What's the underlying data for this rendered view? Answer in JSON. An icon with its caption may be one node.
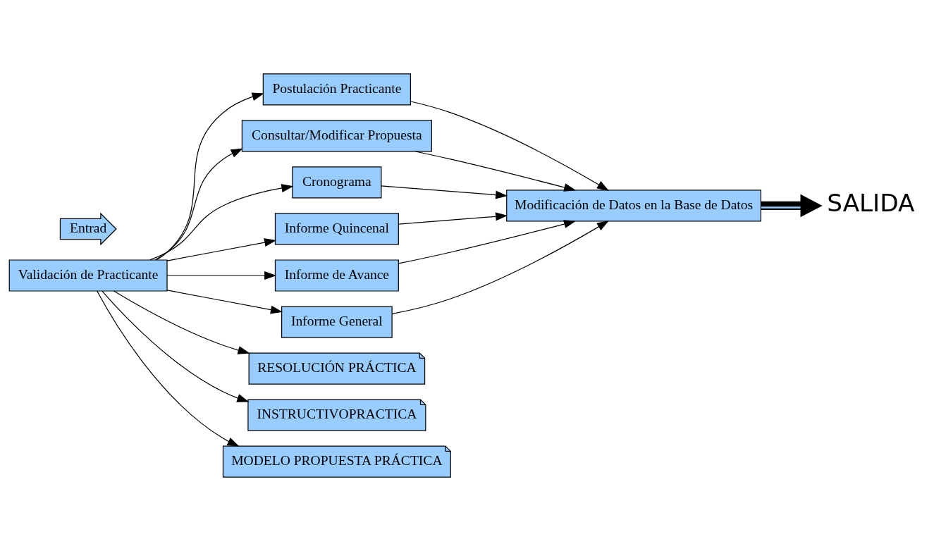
{
  "diagram": {
    "nodes": [
      {
        "text": [
          "Entrad"
        ]
      },
      {
        "text": [
          "Validación de Practicante"
        ]
      },
      {
        "text": [
          "Postulación Practicante"
        ]
      },
      {
        "text": [
          "Consultar/Modificar Propuesta"
        ]
      },
      {
        "text": [
          "Cronograma"
        ]
      },
      {
        "text": [
          "Informe Quincenal"
        ]
      },
      {
        "text": [
          "Informe de Avance"
        ]
      },
      {
        "text": [
          "Informe General"
        ]
      },
      {
        "text": [
          "RESOLUCIÓN PRÁCTICA"
        ]
      },
      {
        "text": [
          "INSTRUCTIVOPRACTICA"
        ]
      },
      {
        "text": [
          "MODELO PROPUESTA PRÁCTICA"
        ]
      },
      {
        "text": [
          "Modificación de Datos en la Base de Datos"
        ]
      },
      {
        "text": [
          "SALIDA"
        ]
      }
    ],
    "edges": [
      {
        "from": 1,
        "to": 2,
        "arrow": "to"
      },
      {
        "from": 1,
        "to": 3,
        "arrow": "to"
      },
      {
        "from": 1,
        "to": 4,
        "arrow": "to"
      },
      {
        "from": 1,
        "to": 5,
        "arrow": "to"
      },
      {
        "from": 1,
        "to": 6,
        "arrow": "to"
      },
      {
        "from": 1,
        "to": 7,
        "arrow": "to"
      },
      {
        "from": 1,
        "to": 8,
        "arrow": "to"
      },
      {
        "from": 1,
        "to": 9,
        "arrow": "to"
      },
      {
        "from": 1,
        "to": 10,
        "arrow": "to"
      },
      {
        "from": 2,
        "to": 11,
        "arrow": "to"
      },
      {
        "from": 3,
        "to": 11,
        "arrow": "to"
      },
      {
        "from": 4,
        "to": 11,
        "arrow": "to"
      },
      {
        "from": 5,
        "to": 11,
        "arrow": "to"
      },
      {
        "from": 6,
        "to": 11,
        "arrow": "to"
      },
      {
        "from": 7,
        "to": 11,
        "arrow": "to"
      },
      {
        "from": 11,
        "to": 12,
        "arrow": "to",
        "style": "thick"
      }
    ]
  }
}
